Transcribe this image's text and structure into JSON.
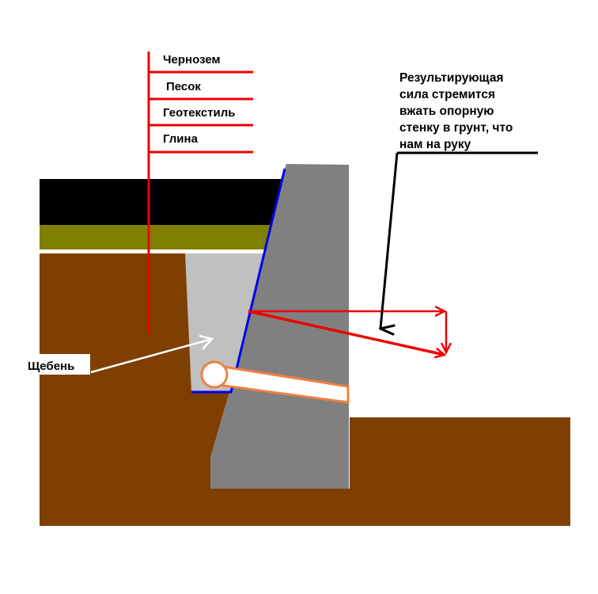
{
  "diagram": {
    "title": "Retaining wall cross-section with drainage",
    "layers": [
      {
        "label": "Чернозем",
        "color": "#000000"
      },
      {
        "label": "Песок",
        "color": "#808000"
      },
      {
        "label": "Геотекстиль",
        "color": "#ffffff"
      },
      {
        "label": "Глина",
        "color": "#7f3f00"
      }
    ],
    "gravel_label": "Щебень",
    "note_lines": [
      "Результирующая",
      "сила стремится",
      "вжать опорную",
      "стенку в грунт, что",
      "нам на руку"
    ],
    "colors": {
      "soil": "#7f3f00",
      "chernozem": "#000000",
      "sand": "#808000",
      "gravel": "#c0c0c0",
      "wall": "#808080",
      "geotextile_line": "#0000ee",
      "pipe_outline": "#f08040",
      "force_arrows": "#ee0000",
      "leader_line": "#000000"
    }
  }
}
